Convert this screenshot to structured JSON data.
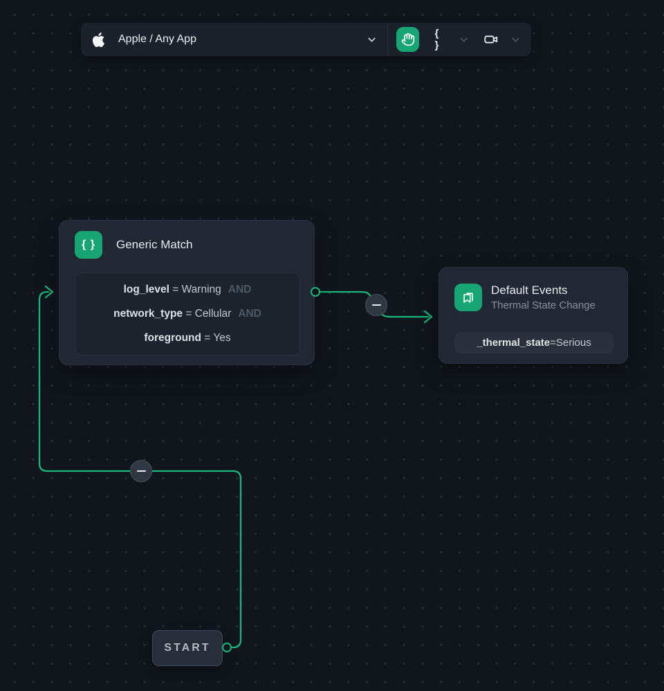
{
  "toolbar": {
    "app_selector": {
      "icon": "apple-icon",
      "label": "Apple / Any App"
    },
    "hand_button": {
      "icon": "hand-icon"
    },
    "braces_button": {
      "label": "{ }"
    },
    "camera_button": {
      "icon": "video-camera-icon"
    }
  },
  "nodes": {
    "generic_match": {
      "icon": "braces-icon",
      "icon_label": "{ }",
      "title": "Generic Match",
      "conditions": [
        {
          "field": "log_level",
          "op": " = ",
          "value": "Warning",
          "join": "AND"
        },
        {
          "field": "network_type",
          "op": " = ",
          "value": "Cellular",
          "join": "AND"
        },
        {
          "field": "foreground",
          "op": " = ",
          "value": "Yes",
          "join": ""
        }
      ]
    },
    "default_events": {
      "icon": "bookmarks-icon",
      "title": "Default Events",
      "subtitle": "Thermal State Change",
      "condition": {
        "field": "_thermal_state",
        "op": " = ",
        "value": "Serious"
      }
    },
    "start": {
      "label": "START"
    }
  },
  "colors": {
    "canvas_bg": "#11161d",
    "node_bg": "#212834",
    "panel_bg": "#1c232d",
    "accent_green": "#17a673",
    "connector_green": "#19b97b",
    "muted_text": "#87909c"
  }
}
